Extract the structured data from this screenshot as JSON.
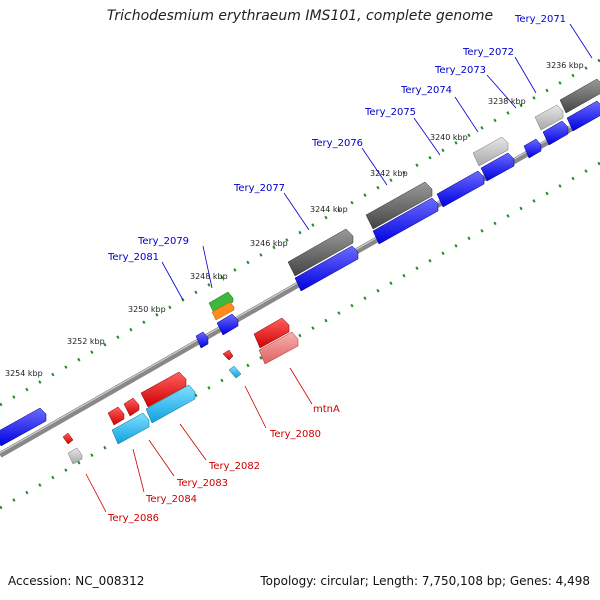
{
  "title": "Trichodesmium erythraeum IMS101, complete genome",
  "footer": {
    "accession": "Accession: NC_008312",
    "summary": "Topology: circular; Length: 7,750,108 bp; Genes: 4,498"
  },
  "ticks": [
    "3236 kbp",
    "3238 kbp",
    "3240 kbp",
    "3242 kbp",
    "3244 kbp",
    "3246 kbp",
    "3248 kbp",
    "3250 kbp",
    "3252 kbp",
    "3254 kbp"
  ],
  "genes_upper": [
    "Tery_2071",
    "Tery_2072",
    "Tery_2073",
    "Tery_2074",
    "Tery_2075",
    "Tery_2076",
    "Tery_2077",
    "Tery_2079",
    "Tery_2081"
  ],
  "genes_lower": [
    "mtnA",
    "Tery_2080",
    "Tery_2082",
    "Tery_2083",
    "Tery_2084",
    "Tery_2086"
  ],
  "colors": {
    "forward_label": "#0000cc",
    "reverse_label": "#cc0000",
    "backbone": "#888888",
    "dots": "#228b22"
  }
}
